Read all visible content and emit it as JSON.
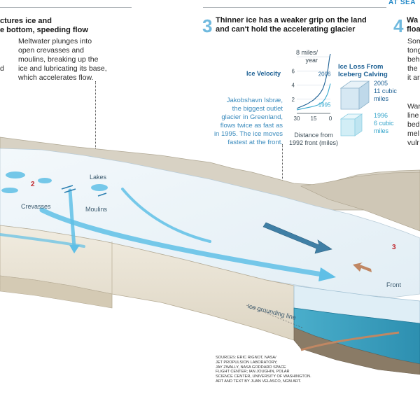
{
  "header": {
    "section_tag": "AT SEA"
  },
  "panel2": {
    "headline_line1": "ctures ice and",
    "headline_line2": "e bottom, speeding flow",
    "body_lines": [
      "Meltwater plunges into",
      "open crevasses and",
      "moulins, breaking up the",
      "ice and lubricating its base,",
      "which accelerates flow."
    ],
    "cut_fragment": "d"
  },
  "panel3": {
    "number": "3",
    "headline_line1": "Thinner ice has a weaker grip on the land",
    "headline_line2": "and can't hold the accelerating glacier",
    "velocity_title": "Ice Velocity",
    "body_lines": [
      "Jakobshavn Isbræ,",
      "the biggest outlet",
      "glacier in Greenland,",
      "flows twice as fast as",
      "in 1995. The ice moves",
      "fastest at the front."
    ]
  },
  "panel4": {
    "number": "4",
    "headline_line1": "Wa",
    "headline_line2": "floa",
    "text_fragments": [
      "Som",
      "tong",
      "behi",
      "the",
      "it ar"
    ],
    "text_fragments_2": [
      "War",
      "line",
      "bed",
      "mel",
      "vulr"
    ]
  },
  "chart_data": {
    "type": "line",
    "title": "Ice Velocity",
    "ylabel_lines": [
      "8 miles/",
      "year"
    ],
    "xlabel_lines": [
      "Distance from",
      "1992 front (miles)"
    ],
    "x_ticks": [
      30,
      15,
      0
    ],
    "y_ticks": [
      2,
      4,
      6,
      8
    ],
    "xlim": [
      30,
      0
    ],
    "ylim": [
      0,
      8.5
    ],
    "series": [
      {
        "name": "2006",
        "color": "#1b5f93",
        "x": [
          30,
          27,
          24,
          21,
          18,
          15,
          13,
          11,
          9,
          7,
          6,
          5,
          4,
          3,
          2,
          1.5,
          1,
          0.5,
          0
        ],
        "y": [
          0.7,
          0.9,
          1.1,
          1.3,
          1.6,
          1.9,
          2.2,
          2.5,
          2.9,
          3.4,
          3.8,
          4.3,
          4.9,
          5.6,
          6.4,
          7.0,
          7.6,
          8.1,
          8.4
        ]
      },
      {
        "name": "1995",
        "color": "#36a9cf",
        "x": [
          30,
          27,
          24,
          21,
          18,
          15,
          13,
          11,
          9,
          7,
          6,
          5,
          4,
          3,
          2,
          1.5,
          1,
          0.5,
          0
        ],
        "y": [
          0.5,
          0.6,
          0.7,
          0.8,
          0.9,
          1.0,
          1.1,
          1.2,
          1.4,
          1.6,
          1.8,
          2.0,
          2.3,
          2.6,
          3.0,
          3.3,
          3.6,
          3.9,
          4.2
        ]
      }
    ]
  },
  "ice_loss": {
    "title_lines": [
      "Ice Loss From",
      "Iceberg Calving"
    ],
    "items": [
      {
        "year": "2005",
        "amount_lines": [
          "11 cubic",
          "miles"
        ],
        "color": "#1b5f93"
      },
      {
        "year": "1996",
        "amount_lines": [
          "6 cubic",
          "miles"
        ],
        "color": "#36a9cf"
      }
    ]
  },
  "scene": {
    "labels": {
      "lakes": "Lakes",
      "crevasses": "Crevasses",
      "moulins": "Moulins",
      "front": "Front",
      "grounding_line": "Ice grounding line"
    },
    "markers": {
      "two": "2",
      "three": "3"
    },
    "colors": {
      "water": "#5fbfe6",
      "arrow_dark": "#3f7fa5",
      "arrow_brown": "#c08763",
      "ocean": "#2c96b8"
    }
  },
  "sources": {
    "lines": [
      "Sources: Eric Rignot, NASA/",
      "Jet Propulsion Laboratory;",
      "Jay Zwally, NASA Goddard Space",
      "Flight Center; Ian Joughin, Polar",
      "Science Center, University of Washington.",
      "Art and text by Juan Velasco, NGM Art."
    ]
  }
}
